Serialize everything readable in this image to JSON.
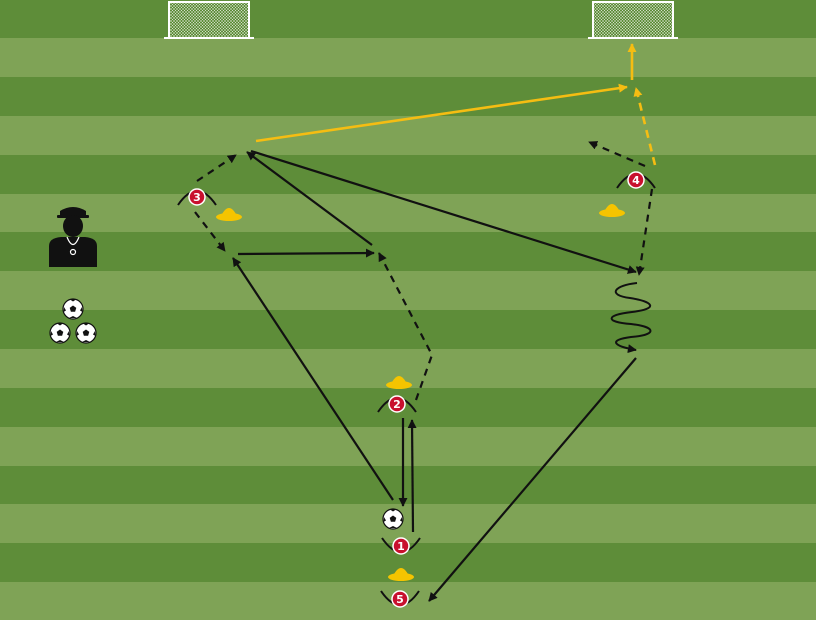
{
  "pitch": {
    "stripe_light": "#7fa356",
    "stripe_dark": "#5e8d39"
  },
  "colors": {
    "pass": "#111111",
    "shot": "#f5bd12",
    "cone": "#f5c400",
    "player_red": "#c8102e"
  },
  "players": [
    {
      "number": "1"
    },
    {
      "number": "2"
    },
    {
      "number": "3"
    },
    {
      "number": "4"
    },
    {
      "number": "5"
    }
  ],
  "icons": {
    "coach": "coach-icon",
    "ball": "soccer-ball-icon",
    "cone": "cone-icon",
    "goal": "goal-icon"
  }
}
